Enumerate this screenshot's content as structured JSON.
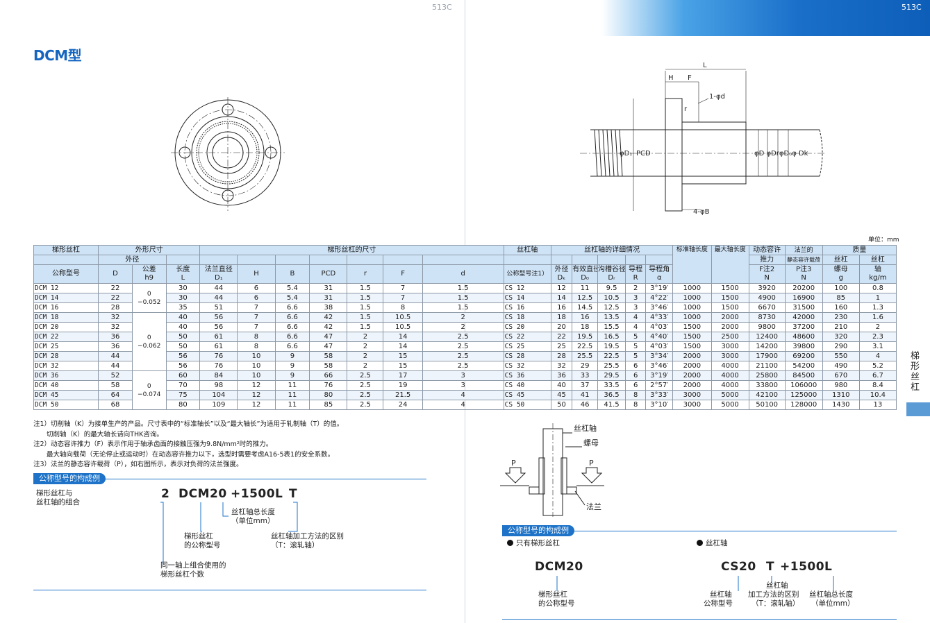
{
  "page": {
    "left_page_number": "513C",
    "right_page_number": "513C",
    "title": "DCM型",
    "unit": "单位：mm",
    "side_tab": "梯形丝杠"
  },
  "drawing_labels": {
    "L": "L",
    "H": "H",
    "F": "F",
    "d": "1-φd",
    "r": "r",
    "D1": "φD₁",
    "PCD": "PCD",
    "right_dims": "φD φDrφD₀φ Dk",
    "B": "4-φB"
  },
  "table": {
    "header": {
      "nut": "梯形丝杠",
      "nut_model": "公称型号",
      "outer_dims": "外形尺寸",
      "outer_dia": "外径",
      "D": "D",
      "tol": "公差",
      "tol_h9": "h9",
      "length": "长度",
      "length_L": "L",
      "nut_dims": "梯形丝杠的尺寸",
      "flange_dia": "法兰直径",
      "flange_D1": "D₁",
      "H": "H",
      "B": "B",
      "PCD": "PCD",
      "r": "r",
      "F": "F",
      "d": "d",
      "shaft": "丝杠轴",
      "shaft_model": "公称型号注1）",
      "shaft_detail": "丝杠轴的详细情况",
      "od": "外径",
      "od_sym": "Dₖ",
      "eff": "有效直径",
      "eff_sym": "D₀",
      "root": "沟槽谷径",
      "root_sym": "Dᵣ",
      "lead": "导程",
      "lead_sym": "R",
      "angle": "导程角",
      "angle_sym": "α",
      "std_len": "标准轴长度",
      "max_len": "最大轴长度",
      "thrust": "动态容许",
      "thrust2": "推力",
      "thrust_sym": "F注2",
      "thrust_unit": "N",
      "flange": "法兰的",
      "flange2": "静态容许载荷",
      "flange_sym": "P注3",
      "flange_unit": "N",
      "mass": "质量",
      "mass_nut": "丝杠",
      "mass_nut2": "螺母",
      "mass_nut_unit": "g",
      "mass_shaft": "丝杠",
      "mass_shaft2": "轴",
      "mass_shaft_unit": "kg/m"
    },
    "tolerances": [
      {
        "upper": "0",
        "lower": "−0.052"
      },
      {
        "upper": "0",
        "lower": "−0.062"
      },
      {
        "upper": "0",
        "lower": "−0.074"
      }
    ],
    "rows": [
      [
        "DCM 12",
        "22",
        "30",
        "44",
        "6",
        "5.4",
        "31",
        "1.5",
        "7",
        "1.5",
        "CS 12",
        "12",
        "11",
        "9.5",
        "2",
        "3°19′",
        "1000",
        "1500",
        "3920",
        "20200",
        "100",
        "0.8"
      ],
      [
        "DCM 14",
        "22",
        "30",
        "44",
        "6",
        "5.4",
        "31",
        "1.5",
        "7",
        "1.5",
        "CS 14",
        "14",
        "12.5",
        "10.5",
        "3",
        "4°22′",
        "1000",
        "1500",
        "4900",
        "16900",
        "85",
        "1"
      ],
      [
        "DCM 16",
        "28",
        "35",
        "51",
        "7",
        "6.6",
        "38",
        "1.5",
        "8",
        "1.5",
        "CS 16",
        "16",
        "14.5",
        "12.5",
        "3",
        "3°46′",
        "1000",
        "1500",
        "6670",
        "31500",
        "160",
        "1.3"
      ],
      [
        "DCM 18",
        "32",
        "40",
        "56",
        "7",
        "6.6",
        "42",
        "1.5",
        "10.5",
        "2",
        "CS 18",
        "18",
        "16",
        "13.5",
        "4",
        "4°33′",
        "1000",
        "2000",
        "8730",
        "42000",
        "230",
        "1.6"
      ],
      [
        "DCM 20",
        "32",
        "40",
        "56",
        "7",
        "6.6",
        "42",
        "1.5",
        "10.5",
        "2",
        "CS 20",
        "20",
        "18",
        "15.5",
        "4",
        "4°03′",
        "1500",
        "2000",
        "9800",
        "37200",
        "210",
        "2"
      ],
      [
        "DCM 22",
        "36",
        "50",
        "61",
        "8",
        "6.6",
        "47",
        "2",
        "14",
        "2.5",
        "CS 22",
        "22",
        "19.5",
        "16.5",
        "5",
        "4°40′",
        "1500",
        "2500",
        "12400",
        "48600",
        "320",
        "2.3"
      ],
      [
        "DCM 25",
        "36",
        "50",
        "61",
        "8",
        "6.6",
        "47",
        "2",
        "14",
        "2.5",
        "CS 25",
        "25",
        "22.5",
        "19.5",
        "5",
        "4°03′",
        "1500",
        "3000",
        "14200",
        "39800",
        "290",
        "3.1"
      ],
      [
        "DCM 28",
        "44",
        "56",
        "76",
        "10",
        "9",
        "58",
        "2",
        "15",
        "2.5",
        "CS 28",
        "28",
        "25.5",
        "22.5",
        "5",
        "3°34′",
        "2000",
        "3000",
        "17900",
        "69200",
        "550",
        "4"
      ],
      [
        "DCM 32",
        "44",
        "56",
        "76",
        "10",
        "9",
        "58",
        "2",
        "15",
        "2.5",
        "CS 32",
        "32",
        "29",
        "25.5",
        "6",
        "3°46′",
        "2000",
        "4000",
        "21100",
        "54200",
        "490",
        "5.2"
      ],
      [
        "DCM 36",
        "52",
        "60",
        "84",
        "10",
        "9",
        "66",
        "2.5",
        "17",
        "3",
        "CS 36",
        "36",
        "33",
        "29.5",
        "6",
        "3°19′",
        "2000",
        "4000",
        "25800",
        "84500",
        "670",
        "6.7"
      ],
      [
        "DCM 40",
        "58",
        "70",
        "98",
        "12",
        "11",
        "76",
        "2.5",
        "19",
        "3",
        "CS 40",
        "40",
        "37",
        "33.5",
        "6",
        "2°57′",
        "2000",
        "4000",
        "33800",
        "106000",
        "980",
        "8.4"
      ],
      [
        "DCM 45",
        "64",
        "75",
        "104",
        "12",
        "11",
        "80",
        "2.5",
        "21.5",
        "4",
        "CS 45",
        "45",
        "41",
        "36.5",
        "8",
        "3°33′",
        "3000",
        "5000",
        "42100",
        "125000",
        "1310",
        "10.4"
      ],
      [
        "DCM 50",
        "68",
        "80",
        "109",
        "12",
        "11",
        "85",
        "2.5",
        "24",
        "4",
        "CS 50",
        "50",
        "46",
        "41.5",
        "8",
        "3°10′",
        "3000",
        "5000",
        "50100",
        "128000",
        "1430",
        "13"
      ]
    ]
  },
  "notes": [
    "注1）切削轴（K）为接单生产的产品。尺寸表中的“标准轴长”以及“最大轴长”为适用于轧制轴（T）的值。",
    "　　切削轴（K）的最大轴长请向THK咨询。",
    "注2）动态容许推力（F）表示作用于轴承齿面的接触压强为9.8N/mm²时的推力。",
    "　　最大轴向载荷（无论停止或运动时）在动态容许推力以下，选型时需要考虑A16-5表1的安全系数。",
    "注3）法兰的静态容许载荷（P），如右图所示，表示对负荷的法兰强度。"
  ],
  "left_example": {
    "section_title": "公称型号的构成例",
    "desc": "梯形丝杠与丝杠轴的组合",
    "desc_line1": "梯形丝杠与",
    "desc_line2": "丝杠轴的组合",
    "code_qty": "2",
    "code_model": "DCM20",
    "code_len": "+1500L",
    "code_t": "T",
    "len_label1": "丝杠轴总长度",
    "len_label2": "（单位mm）",
    "model_label1": "梯形丝杠",
    "model_label2": "的公称型号",
    "t_label1": "丝杠轴加工方法的区别",
    "t_label2": "（T：滚轧轴）",
    "qty_label1": "同一轴上组合使用的",
    "qty_label2": "梯形丝杠个数"
  },
  "load_figure": {
    "shaft": "丝杠轴",
    "nut": "螺母",
    "flange": "法兰",
    "p_left": "P",
    "p_right": "P"
  },
  "right_example": {
    "section_title": "公称型号的构成例",
    "only_nut": "只有梯形丝杠",
    "only_shaft": "丝杠轴",
    "nut_code": "DCM20",
    "nut_label1": "梯形丝杠",
    "nut_label2": "的公称型号",
    "shaft_code_cs": "CS20",
    "shaft_code_t": "T",
    "shaft_code_len": "+1500L",
    "cs_label1": "丝杠轴",
    "cs_label2": "公称型号",
    "t_label1": "丝杠轴",
    "t_label2": "加工方法的区别",
    "t_label3": "（T：滚轧轴）",
    "len_label1": "丝杠轴总长度",
    "len_label2": "（单位mm）"
  }
}
